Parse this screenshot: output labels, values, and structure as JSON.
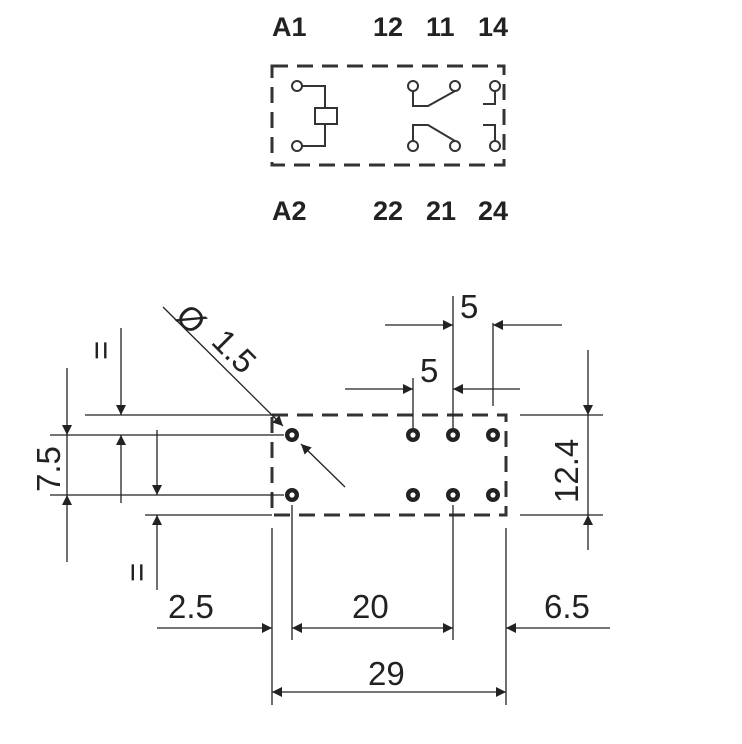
{
  "schematic": {
    "top_labels": [
      "A1",
      "12",
      "11",
      "14"
    ],
    "bottom_labels": [
      "A2",
      "22",
      "21",
      "24"
    ]
  },
  "footprint": {
    "hole_diameter_symbol": "Ø",
    "hole_diameter": "1.5",
    "pitch_top": "5",
    "pitch_mid": "5",
    "height": "12.4",
    "row_spacing": "7.5",
    "equal_mark_top": "=",
    "equal_mark_bottom": "=",
    "left_offset": "2.5",
    "span": "20",
    "right_offset": "6.5",
    "total_length": "29"
  }
}
